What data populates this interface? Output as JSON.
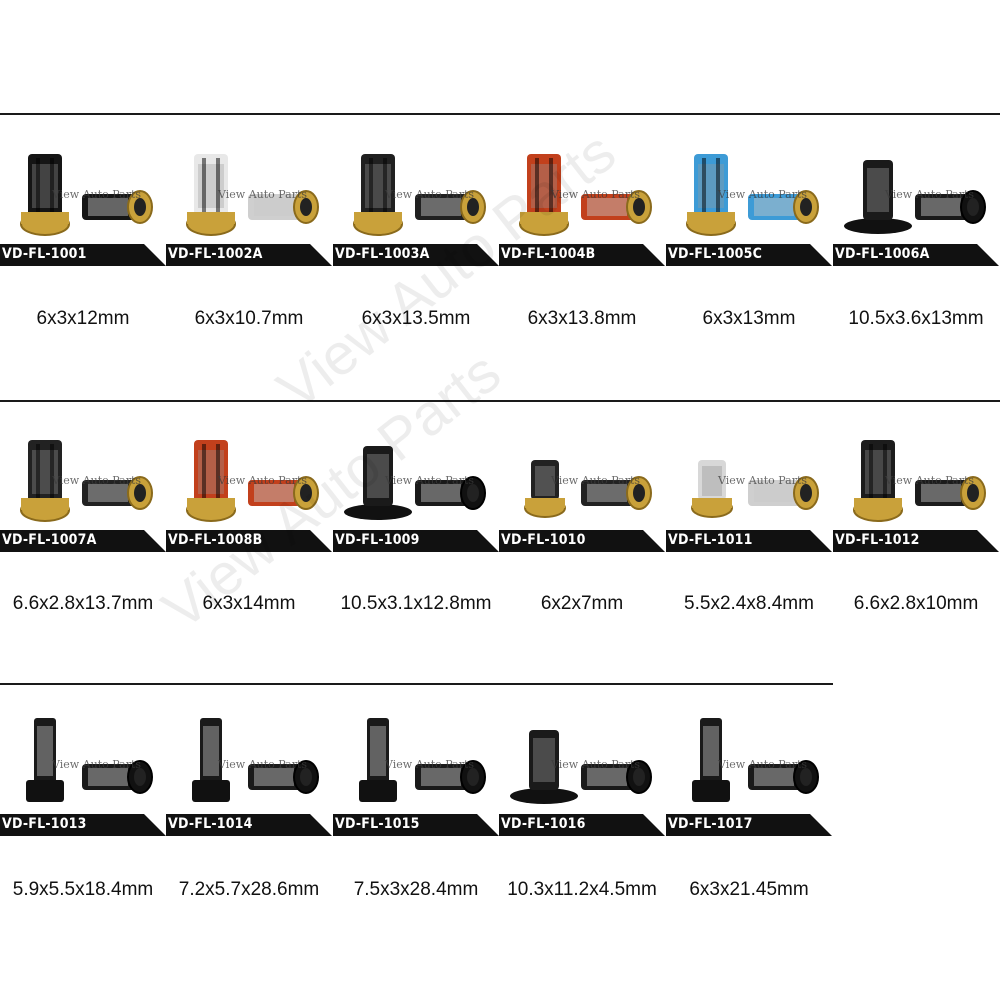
{
  "watermark": "View Auto Parts",
  "rows": [
    {
      "items": [
        {
          "code": "VD-FL-1001",
          "size": "6x3x12mm",
          "style": "plain",
          "color": "#151515"
        },
        {
          "code": "VD-FL-1002A",
          "size": "6x3x10.7mm",
          "style": "plain",
          "color": "#e8e8e8"
        },
        {
          "code": "VD-FL-1003A",
          "size": "6x3x13.5mm",
          "style": "plain",
          "color": "#202020"
        },
        {
          "code": "VD-FL-1004B",
          "size": "6x3x13.8mm",
          "style": "plain",
          "color": "#c2401c"
        },
        {
          "code": "VD-FL-1005C",
          "size": "6x3x13mm",
          "style": "plain",
          "color": "#3d9bd6"
        },
        {
          "code": "VD-FL-1006A",
          "size": "10.5x3.6x13mm",
          "style": "flange",
          "color": "#1a1a1a"
        }
      ]
    },
    {
      "items": [
        {
          "code": "VD-FL-1007A",
          "size": "6.6x2.8x13.7mm",
          "style": "plain",
          "color": "#222222"
        },
        {
          "code": "VD-FL-1008B",
          "size": "6x3x14mm",
          "style": "plain",
          "color": "#c2401c"
        },
        {
          "code": "VD-FL-1009",
          "size": "10.5x3.1x12.8mm",
          "style": "flange",
          "color": "#1a1a1a"
        },
        {
          "code": "VD-FL-1010",
          "size": "6x2x7mm",
          "style": "short",
          "color": "#222222"
        },
        {
          "code": "VD-FL-1011",
          "size": "5.5x2.4x8.4mm",
          "style": "short",
          "color": "#d8d8d8"
        },
        {
          "code": "VD-FL-1012",
          "size": "6.6x2.8x10mm",
          "style": "plain",
          "color": "#1c1c1c"
        }
      ]
    },
    {
      "items": [
        {
          "code": "VD-FL-1013",
          "size": "5.9x5.5x18.4mm",
          "style": "tall",
          "color": "#1a1a1a"
        },
        {
          "code": "VD-FL-1014",
          "size": "7.2x5.7x28.6mm",
          "style": "tall",
          "color": "#1a1a1a"
        },
        {
          "code": "VD-FL-1015",
          "size": "7.5x3x28.4mm",
          "style": "tall",
          "color": "#1a1a1a"
        },
        {
          "code": "VD-FL-1016",
          "size": "10.3x11.2x4.5mm",
          "style": "flange",
          "color": "#1a1a1a"
        },
        {
          "code": "VD-FL-1017",
          "size": "6x3x21.45mm",
          "style": "tall",
          "color": "#1a1a1a"
        }
      ]
    }
  ]
}
